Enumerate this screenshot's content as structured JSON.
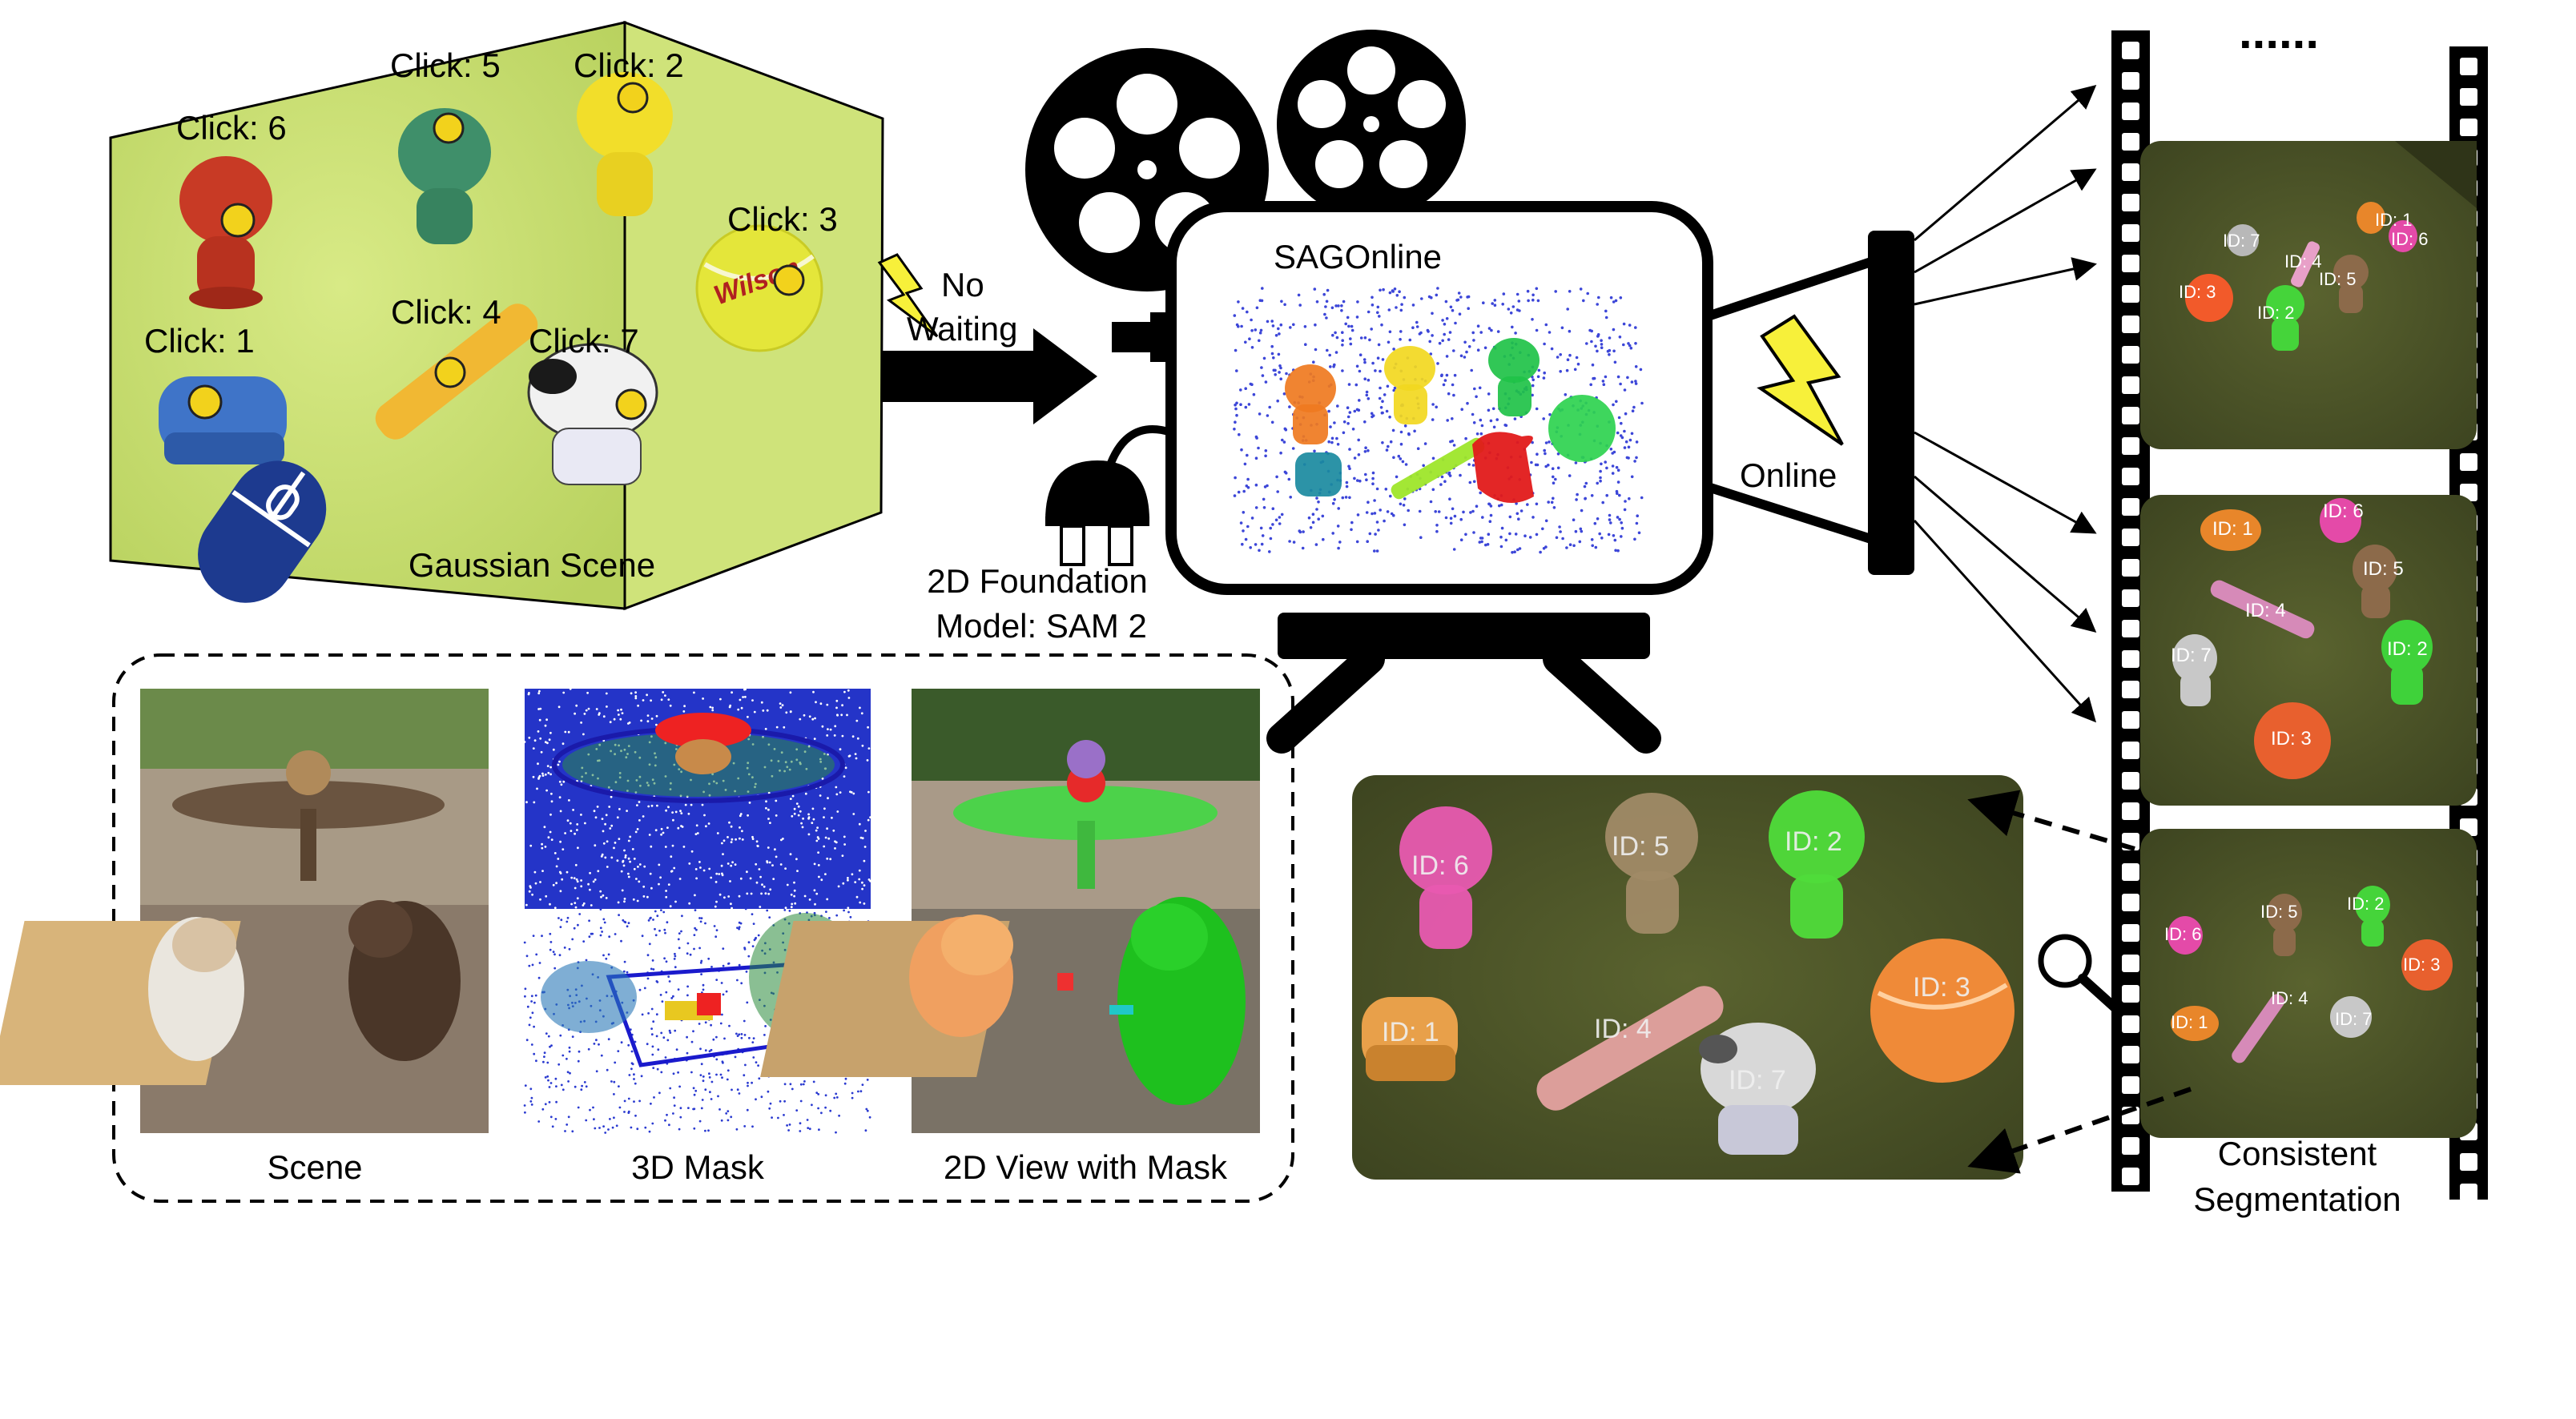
{
  "scene_panel": {
    "caption": "Gaussian Scene",
    "clicks": [
      "Click: 1",
      "Click: 2",
      "Click: 3",
      "Click: 4",
      "Click: 5",
      "Click: 6",
      "Click: 7"
    ],
    "brand_text": "Wilson"
  },
  "flow": {
    "no_waiting_line1": "No",
    "no_waiting_line2": "Waiting",
    "online": "Online",
    "more_frames": "......"
  },
  "projector": {
    "title": "SAGOnline",
    "foundation_line1": "2D Foundation",
    "foundation_line2": "Model: SAM 2"
  },
  "examples": {
    "scene": "Scene",
    "mask3d": "3D Mask",
    "view2d": "2D View with Mask"
  },
  "zoom_frame": {
    "ids": [
      "ID: 1",
      "ID: 2",
      "ID: 3",
      "ID: 4",
      "ID: 5",
      "ID: 6",
      "ID: 7"
    ]
  },
  "filmstrip": {
    "caption_line1": "Consistent",
    "caption_line2": "Segmentation",
    "frame1_ids": [
      "ID: 1",
      "ID: 2",
      "ID: 3",
      "ID: 4",
      "ID: 5",
      "ID: 6",
      "ID: 7"
    ],
    "frame2_ids": [
      "ID: 1",
      "ID: 2",
      "ID: 3",
      "ID: 4",
      "ID: 5",
      "ID: 6",
      "ID: 7"
    ],
    "frame3_ids": [
      "ID: 1",
      "ID: 2",
      "ID: 3",
      "ID: 4",
      "ID: 5",
      "ID: 6",
      "ID: 7"
    ]
  },
  "colors": {
    "scene_bg": "#c9df72",
    "frame_bg": "#4a5128",
    "click_dot": "#f2d21c",
    "lightning": "#f7f03a",
    "mouse": "#1d3a8f",
    "film": "#000000"
  }
}
